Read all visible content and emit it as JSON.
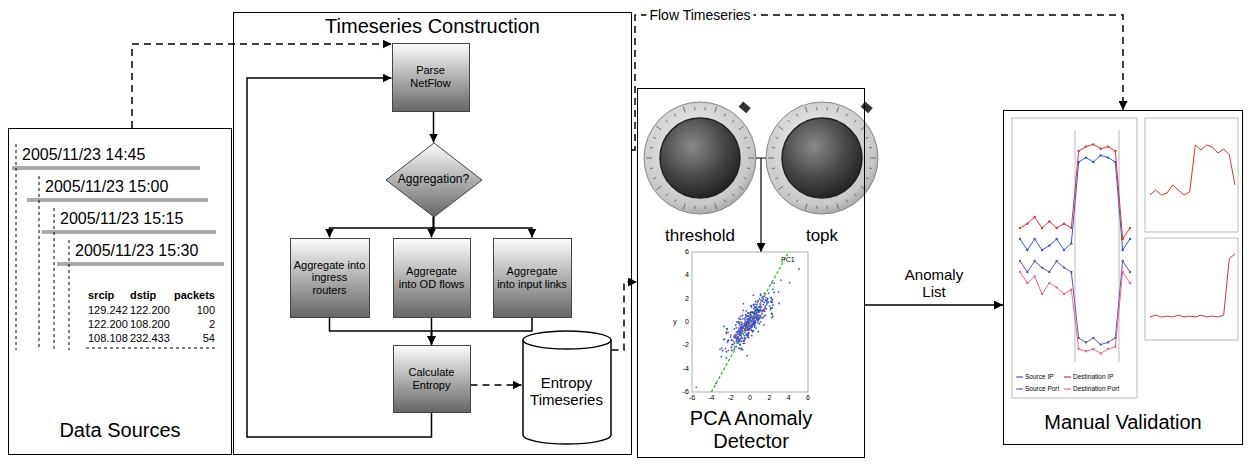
{
  "diagram": {
    "nodes": [
      {
        "text": [
          "Data Sources"
        ]
      },
      {
        "text": [
          "Timeseries Construction"
        ]
      },
      {
        "text": [
          "Parse NetFlow"
        ],
        "in": 1
      },
      {
        "text": [
          "Aggregation?"
        ],
        "in": 1
      },
      {
        "text": [
          "Aggregate into ingress routers"
        ],
        "in": 1
      },
      {
        "text": [
          "Aggregate into OD flows"
        ],
        "in": 1
      },
      {
        "text": [
          "Aggregate into input links"
        ],
        "in": 1
      },
      {
        "text": [
          "Calculate Entropy"
        ],
        "in": 1
      },
      {
        "text": [
          "Entropy Timeseries"
        ],
        "in": 1
      },
      {
        "text": [
          "PCA Anomaly Detector"
        ]
      },
      {
        "text": [
          "Manual Validation"
        ]
      }
    ],
    "edges": [
      {
        "from": 0,
        "to": 2,
        "arrow": "to"
      },
      {
        "from": 2,
        "to": 3,
        "arrow": "to"
      },
      {
        "from": 3,
        "to": 4,
        "arrow": "to"
      },
      {
        "from": 3,
        "to": 5,
        "arrow": "to"
      },
      {
        "from": 3,
        "to": 6,
        "arrow": "to"
      },
      {
        "from": 4,
        "to": 7,
        "arrow": "to"
      },
      {
        "from": 5,
        "to": 7,
        "arrow": "to"
      },
      {
        "from": 6,
        "to": 7,
        "arrow": "to"
      },
      {
        "from": 7,
        "to": 2,
        "arrow": "to"
      },
      {
        "from": 7,
        "to": 8,
        "arrow": "to"
      },
      {
        "from": 8,
        "to": 9,
        "arrow": "to"
      },
      {
        "from": 1,
        "to": 10,
        "label": "Flow Timeseries",
        "arrow": "to"
      },
      {
        "from": 9,
        "to": 10,
        "label": "Anomaly List",
        "arrow": "to"
      }
    ],
    "labels": [
      "2005/11/23 14:45",
      "2005/11/23 15:00",
      "2005/11/23 15:15",
      "2005/11/23 15:30",
      "srcip",
      "dstip",
      "packets",
      "129.242",
      "122.200",
      "100",
      "122.200",
      "108.200",
      "2",
      "108.108",
      "232.433",
      "54",
      "threshold",
      "topk",
      "PC1",
      "-6",
      "-4",
      "-2",
      "0",
      "2",
      "4",
      "6",
      "-6",
      "-4",
      "-2",
      "0",
      "2",
      "4",
      "6",
      "y",
      "Source IP",
      "Destination IP",
      "Source Port",
      "Destination Port"
    ]
  }
}
